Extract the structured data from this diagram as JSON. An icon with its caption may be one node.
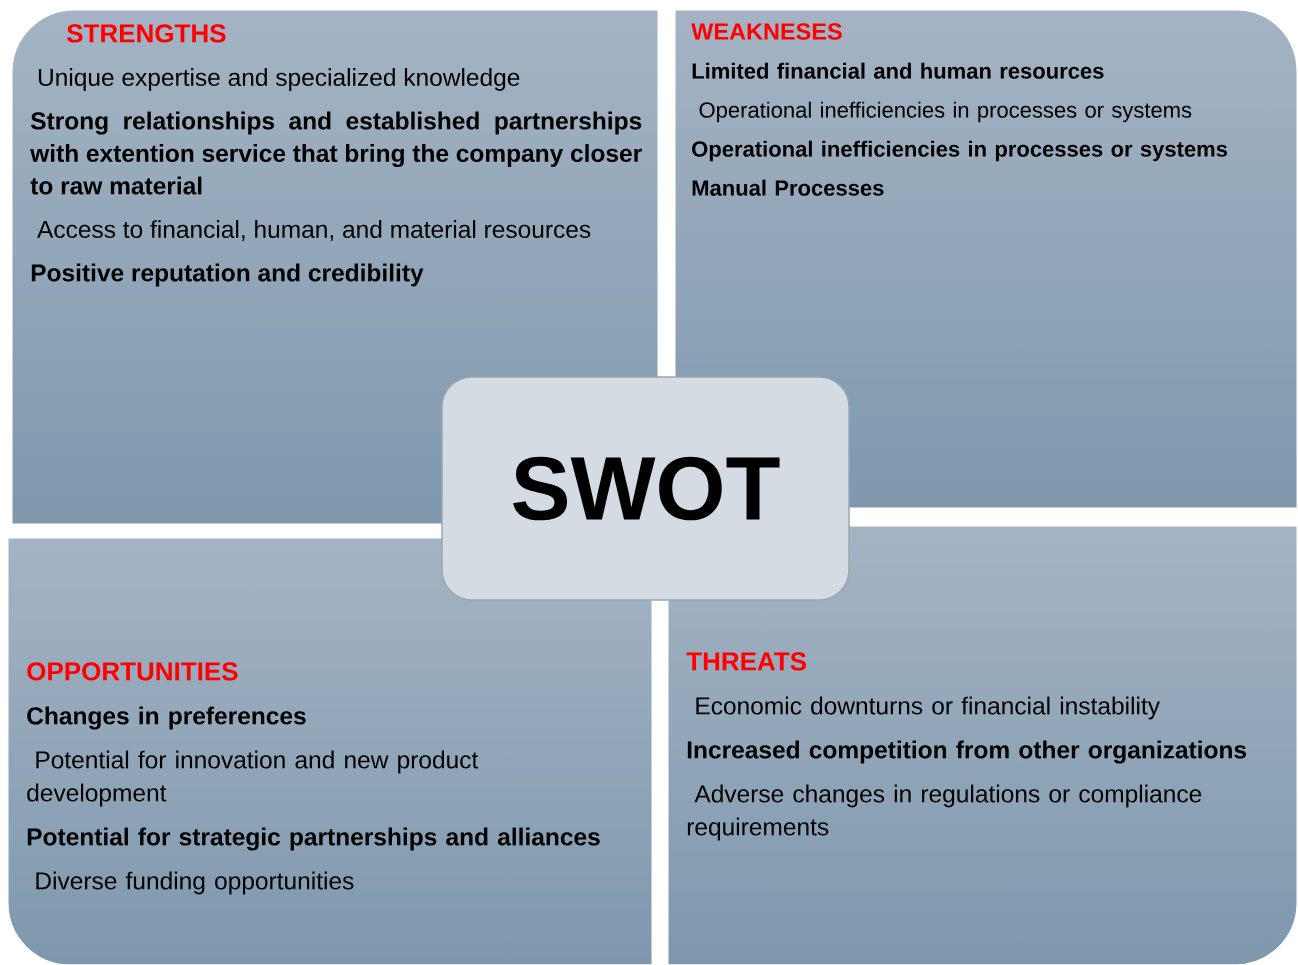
{
  "diagram": {
    "nodes": [
      {
        "text": [
          "STRENGTHS",
          "Unique expertise and specialized knowledge",
          "Strong relationships and established partnerships with extention service that bring the company closer to raw material",
          "Access to financial, human, and material resources",
          "Positive reputation and credibility"
        ]
      },
      {
        "text": [
          "WEAKNESES",
          "Limited financial and human resources",
          "Operational inefficiencies in processes or systems",
          "Operational inefficiencies in processes or systems",
          "Manual Processes"
        ]
      },
      {
        "text": [
          "SWOT"
        ]
      },
      {
        "text": [
          "OPPORTUNITIES",
          "Changes in preferences",
          "Potential for innovation and new product development",
          "Potential for strategic partnerships and alliances",
          "Diverse funding opportunities"
        ]
      },
      {
        "text": [
          "THREATS",
          "Economic downturns or financial instability",
          "Increased competition from other organizations",
          "Adverse changes in regulations or compliance requirements"
        ]
      }
    ]
  }
}
